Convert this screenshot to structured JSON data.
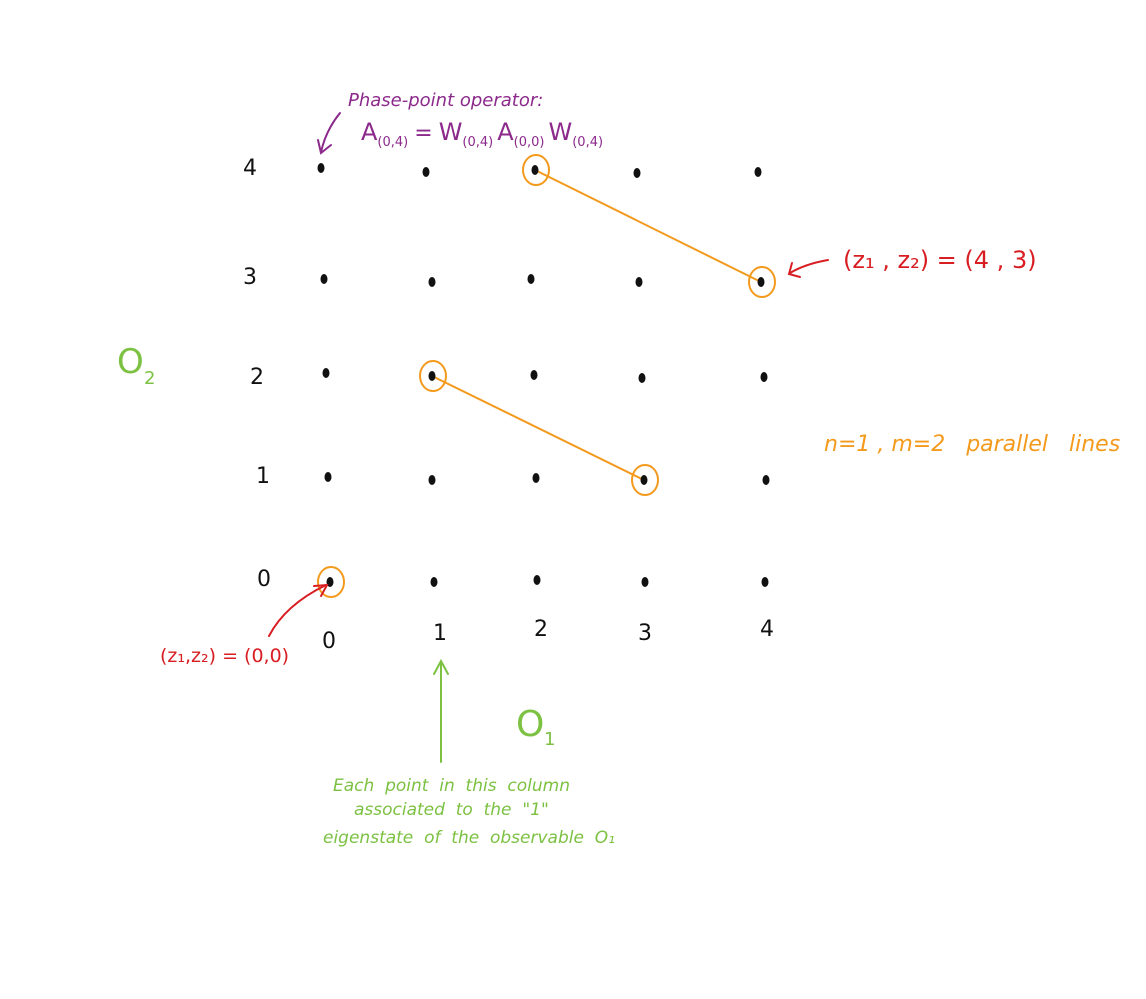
{
  "grid": {
    "size": 5,
    "x_ticks": [
      "0",
      "1",
      "2",
      "3",
      "4"
    ],
    "y_ticks": [
      "0",
      "1",
      "2",
      "3",
      "4"
    ]
  },
  "axes": {
    "x_label_main": "O",
    "x_label_sub": "1",
    "y_label_main": "O",
    "y_label_sub": "2"
  },
  "annotations": {
    "phase_point": {
      "title": "Phase-point operator:",
      "formula": {
        "a": "A",
        "a_sub": "(0,4)",
        "eq": "=",
        "w1": "W",
        "w1_sub": "(0,4)",
        "a2": "A",
        "a2_sub": "(0,0)",
        "w2": "W",
        "w2_sub": "(0,4)"
      },
      "target": [
        0,
        4
      ]
    },
    "point_label_top": {
      "text": "(z₁ , z₂) = (4 , 3)",
      "target": [
        4,
        3
      ]
    },
    "point_label_origin": {
      "text": "(z₁,z₂) = (0,0)",
      "target": [
        0,
        0
      ]
    },
    "parallel_lines_label": "n=1 , m=2   parallel   lines",
    "column_note": [
      "Each  point  in  this  column",
      "associated  to  the  \"1\"",
      "eigenstate  of  the  observable  O₁"
    ]
  },
  "highlighted_points": [
    [
      0,
      0
    ],
    [
      1,
      2
    ],
    [
      3,
      1
    ],
    [
      2,
      4
    ],
    [
      4,
      3
    ]
  ],
  "parallel_lines": [
    {
      "from": [
        1,
        2
      ],
      "to": [
        3,
        1
      ]
    },
    {
      "from": [
        2,
        4
      ],
      "to": [
        4,
        3
      ]
    }
  ],
  "colors": {
    "ink": "#111111",
    "orange": "#f39a1d",
    "red": "#d81e22",
    "purple": "#8c2a8c",
    "green": "#7cc142"
  }
}
